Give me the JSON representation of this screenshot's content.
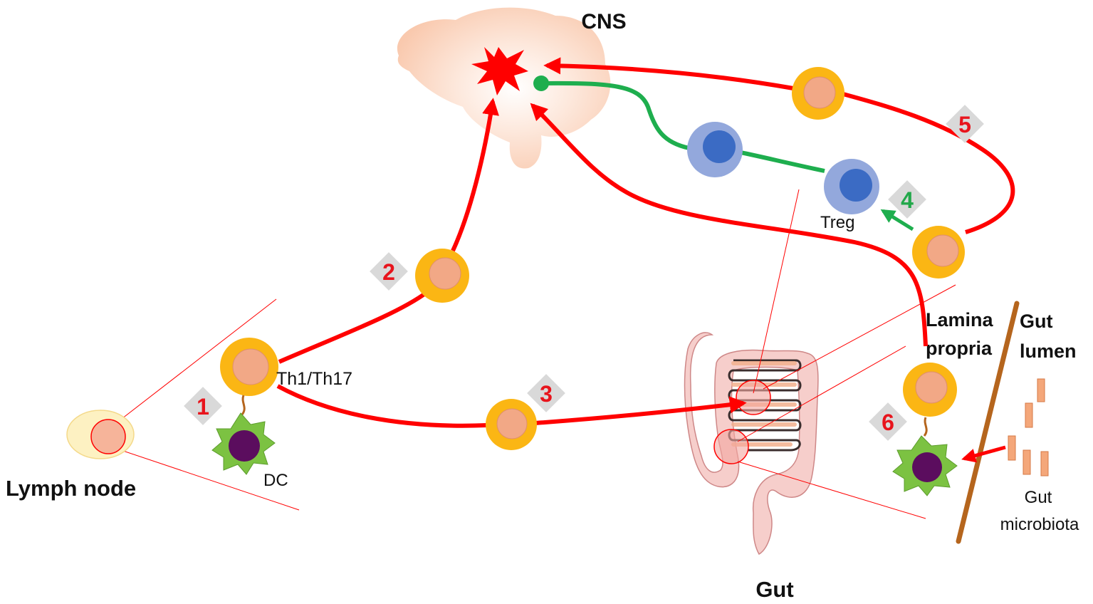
{
  "labels": {
    "cns": "CNS",
    "lymph_node": "Lymph node",
    "gut": "Gut",
    "lamina_line1": "Lamina",
    "lamina_line2": "propria",
    "gut_lumen_line1": "Gut",
    "gut_lumen_line2": "lumen",
    "th1_th17": "Th1/Th17",
    "dc": "DC",
    "treg": "Treg",
    "microbiota_line1": "Gut",
    "microbiota_line2": "microbiota"
  },
  "steps": [
    {
      "number": "1",
      "color": "#e8141c"
    },
    {
      "number": "2",
      "color": "#e8141c"
    },
    {
      "number": "3",
      "color": "#e8141c"
    },
    {
      "number": "4",
      "color": "#22a84a"
    },
    {
      "number": "5",
      "color": "#e8141c"
    },
    {
      "number": "6",
      "color": "#e8141c"
    }
  ],
  "colors": {
    "pathogenic_path": "#ff0000",
    "regulatory_path": "#1eae4e",
    "t_cell_outer": "#fbb614",
    "t_cell_inner": "#f2a886",
    "treg_outer": "#93a8dc",
    "treg_inner": "#3b6bc4",
    "dc_body": "#7cc242",
    "dc_nucleus": "#5b0d5e",
    "brain": "#fbd5c0",
    "lesion": "#ff0000",
    "epithelium_line": "#b5651d",
    "bacteria": "#f4a77a",
    "step_badge": "#d9d9d9"
  }
}
